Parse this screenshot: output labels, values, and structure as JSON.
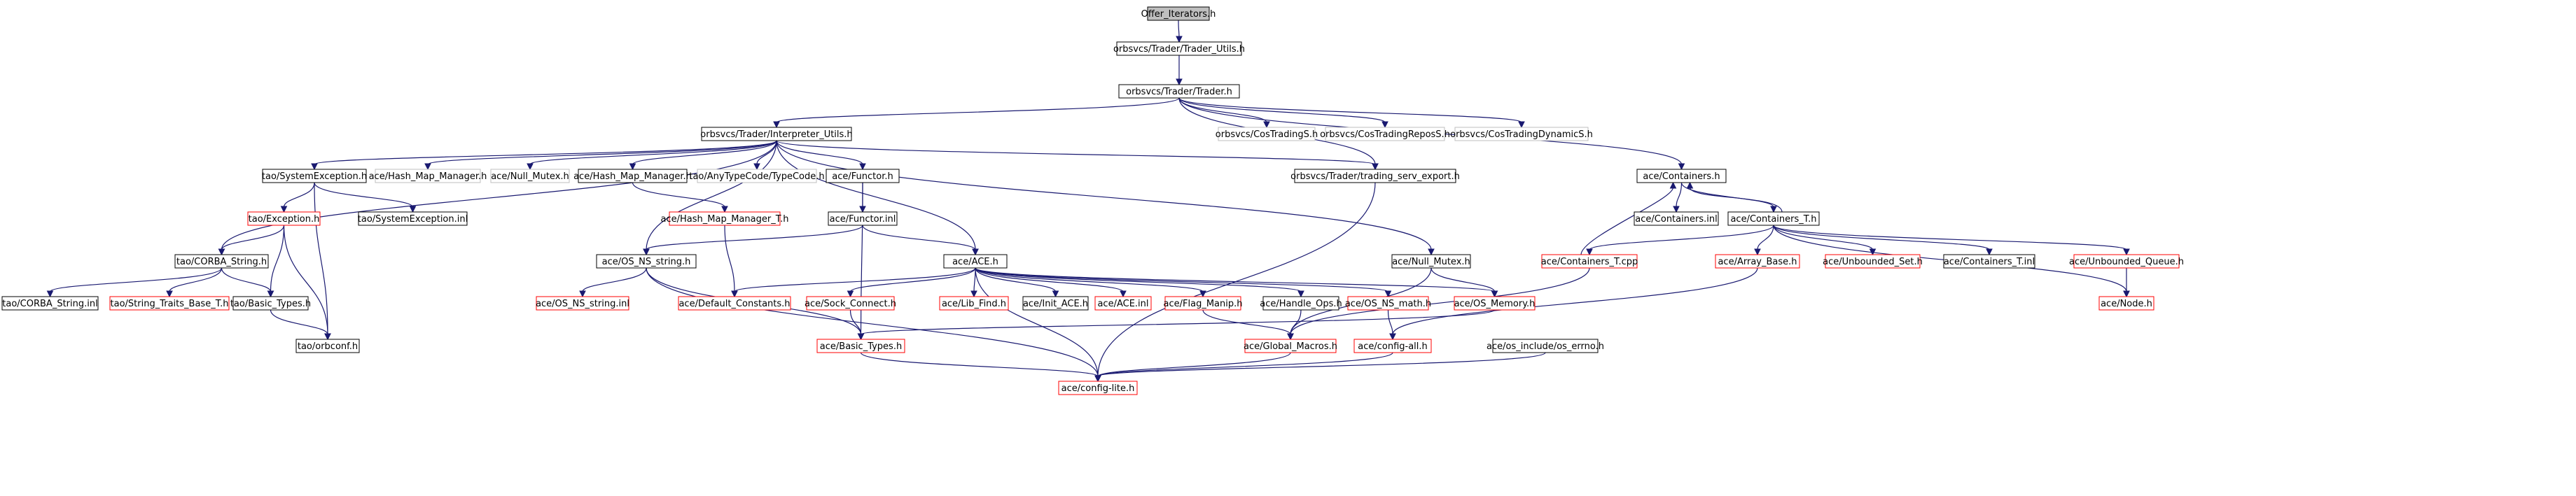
{
  "colors": {
    "edge": "#191970",
    "root_fill": "#bfbfbf",
    "normal_border": "#000000",
    "missing_border": "#bfbfbf",
    "truncated_border": "#ff0000"
  },
  "nodes": [
    {
      "id": "n0",
      "label": "Offer_Iterators.h",
      "kind": "root"
    },
    {
      "id": "n1",
      "label": "orbsvcs/Trader/Trader_Utils.h",
      "kind": "normal"
    },
    {
      "id": "n2",
      "label": "orbsvcs/Trader/Trader.h",
      "kind": "normal"
    },
    {
      "id": "n3",
      "label": "orbsvcs/Trader/Interpreter_Utils.h",
      "kind": "normal"
    },
    {
      "id": "n4",
      "label": "orbsvcs/CosTradingS.h",
      "kind": "missing"
    },
    {
      "id": "n5",
      "label": "orbsvcs/CosTradingReposS.h",
      "kind": "missing"
    },
    {
      "id": "n6",
      "label": "orbsvcs/CosTradingDynamicS.h",
      "kind": "missing"
    },
    {
      "id": "n7",
      "label": "tao/SystemException.h",
      "kind": "normal"
    },
    {
      "id": "n8",
      "label": "ace/Hash_Map_Manager.h",
      "kind": "missing"
    },
    {
      "id": "n9",
      "label": "ace/Null_Mutex.h",
      "kind": "missing"
    },
    {
      "id": "n10",
      "label": "ace/Hash_Map_Manager.h",
      "kind": "normal"
    },
    {
      "id": "n11",
      "label": "tao/AnyTypeCode/TypeCode.h",
      "kind": "missing"
    },
    {
      "id": "n12",
      "label": "ace/Functor.h",
      "kind": "normal"
    },
    {
      "id": "n13",
      "label": "orbsvcs/Trader/trading_serv_export.h",
      "kind": "normal"
    },
    {
      "id": "n14",
      "label": "ace/Containers.h",
      "kind": "normal"
    },
    {
      "id": "n15",
      "label": "tao/Exception.h",
      "kind": "truncated"
    },
    {
      "id": "n16",
      "label": "tao/SystemException.inl",
      "kind": "normal"
    },
    {
      "id": "n17",
      "label": "ace/Hash_Map_Manager_T.h",
      "kind": "truncated"
    },
    {
      "id": "n18",
      "label": "ace/Functor.inl",
      "kind": "normal"
    },
    {
      "id": "n19",
      "label": "ace/Containers.inl",
      "kind": "normal"
    },
    {
      "id": "n20",
      "label": "ace/Containers_T.h",
      "kind": "normal"
    },
    {
      "id": "n21",
      "label": "tao/CORBA_String.h",
      "kind": "normal"
    },
    {
      "id": "n22",
      "label": "ace/OS_NS_string.h",
      "kind": "normal"
    },
    {
      "id": "n23",
      "label": "ace/ACE.h",
      "kind": "normal"
    },
    {
      "id": "n24",
      "label": "ace/Null_Mutex.h",
      "kind": "normal"
    },
    {
      "id": "n25",
      "label": "ace/Containers_T.cpp",
      "kind": "truncated"
    },
    {
      "id": "n26",
      "label": "ace/Array_Base.h",
      "kind": "truncated"
    },
    {
      "id": "n27",
      "label": "ace/Unbounded_Set.h",
      "kind": "truncated"
    },
    {
      "id": "n28",
      "label": "ace/Containers_T.inl",
      "kind": "normal"
    },
    {
      "id": "n29",
      "label": "ace/Unbounded_Queue.h",
      "kind": "truncated"
    },
    {
      "id": "n30",
      "label": "tao/CORBA_String.inl",
      "kind": "normal"
    },
    {
      "id": "n31",
      "label": "tao/String_Traits_Base_T.h",
      "kind": "truncated"
    },
    {
      "id": "n32",
      "label": "tao/Basic_Types.h",
      "kind": "normal"
    },
    {
      "id": "n33",
      "label": "ace/OS_NS_string.inl",
      "kind": "truncated"
    },
    {
      "id": "n34",
      "label": "ace/Default_Constants.h",
      "kind": "truncated"
    },
    {
      "id": "n35",
      "label": "ace/Sock_Connect.h",
      "kind": "truncated"
    },
    {
      "id": "n36",
      "label": "ace/Lib_Find.h",
      "kind": "truncated"
    },
    {
      "id": "n37",
      "label": "ace/Init_ACE.h",
      "kind": "normal"
    },
    {
      "id": "n38",
      "label": "ace/ACE.inl",
      "kind": "truncated"
    },
    {
      "id": "n39",
      "label": "ace/Flag_Manip.h",
      "kind": "truncated"
    },
    {
      "id": "n40",
      "label": "ace/Handle_Ops.h",
      "kind": "normal"
    },
    {
      "id": "n41",
      "label": "ace/OS_NS_math.h",
      "kind": "truncated"
    },
    {
      "id": "n42",
      "label": "ace/OS_Memory.h",
      "kind": "truncated"
    },
    {
      "id": "n43",
      "label": "ace/Node.h",
      "kind": "truncated"
    },
    {
      "id": "n44",
      "label": "tao/orbconf.h",
      "kind": "normal"
    },
    {
      "id": "n45",
      "label": "ace/Basic_Types.h",
      "kind": "truncated"
    },
    {
      "id": "n46",
      "label": "ace/Global_Macros.h",
      "kind": "truncated"
    },
    {
      "id": "n47",
      "label": "ace/config-all.h",
      "kind": "truncated"
    },
    {
      "id": "n48",
      "label": "ace/os_include/os_errno.h",
      "kind": "normal"
    },
    {
      "id": "n49",
      "label": "ace/config-lite.h",
      "kind": "truncated"
    }
  ]
}
